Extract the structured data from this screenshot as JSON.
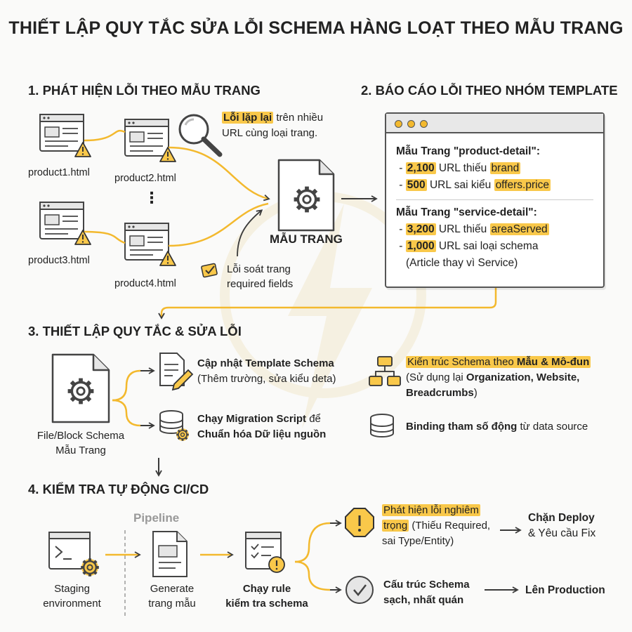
{
  "title": "THIẾT LẬP QUY TẮC SỬA LỖI SCHEMA HÀNG LOẠT THEO MẪU TRANG",
  "colors": {
    "accent": "#f9c84a",
    "stroke": "#555555",
    "text": "#222222"
  },
  "section1": {
    "heading": "1. PHÁT HIỆN LỖI THEO MẪU TRANG",
    "files": [
      "product1.html",
      "product2.html",
      "product3.html",
      "product4.html"
    ],
    "ellipsis": "⋮",
    "note_highlight": "Lỗi lặp lại",
    "note_rest_line1": " trên nhiều",
    "note_line2": "URL cùng loại trang.",
    "template_label": "MẪU TRANG",
    "missing_line1": "Lỗi soát trang",
    "missing_line2": "required fields"
  },
  "section2": {
    "heading": "2. BÁO CÁO LỖI THEO NHÓM TEMPLATE",
    "group1_title": "Mẫu Trang \"product-detail\":",
    "g1_r1_count": "2,100",
    "g1_r1_text": " URL thiếu ",
    "g1_r1_field": "brand",
    "g1_r2_count": "500",
    "g1_r2_text": " URL sai kiểu ",
    "g1_r2_field": "offers.price",
    "group2_title": "Mẫu Trang \"service-detail\":",
    "g2_r1_count": "3,200",
    "g2_r1_text": " URL thiếu ",
    "g2_r1_field": "areaServed",
    "g2_r2_count": "1,000",
    "g2_r2_text": " URL sai loại schema",
    "g2_r2_sub": "(Article thay vì Service)"
  },
  "section3": {
    "heading": "3. THIẾT LẬP QUY TẮC & SỬA LỖI",
    "file_label_1": "File/Block Schema",
    "file_label_2": "Mẫu Trang",
    "update_title": "Cập nhật Template Schema",
    "update_sub": "(Thêm trường, sửa kiểu deta)",
    "migration_bold_1": "Chạy Migration Script",
    "migration_rest_1": " để",
    "migration_bold_2": "Chuẩn hóa Dữ liệu nguồn",
    "arch_text": "Kiến trúc Schema theo ",
    "arch_bold": "Mẫu & Mô-đun",
    "reuse_1_pre": "(Sử dụng lại ",
    "reuse_1_bold": "Organization, Website,",
    "reuse_2_bold": "Breadcrumbs",
    "reuse_2_post": ")",
    "binding_bold": "Binding tham số động",
    "binding_rest": " từ data source"
  },
  "section4": {
    "heading": "4. KIỂM TRA TỰ ĐỘNG CI/CD",
    "pipeline_label": "Pipeline",
    "staging_1": "Staging",
    "staging_2": "environment",
    "generate_1": "Generate",
    "generate_2": "trang mẫu",
    "run_1": "Chạy rule",
    "run_2": "kiểm tra schema",
    "error_hl_1": "Phát hiện lỗi nghiêm",
    "error_hl_2": "trọng",
    "error_rest_2": " (Thiếu Required,",
    "error_3": "sai Type/Entity)",
    "block_1": "Chặn Deploy",
    "block_2": "& Yêu cầu Fix",
    "ok_1": "Cấu trúc Schema",
    "ok_2": "sạch, nhất quán",
    "prod": "Lên Production"
  }
}
